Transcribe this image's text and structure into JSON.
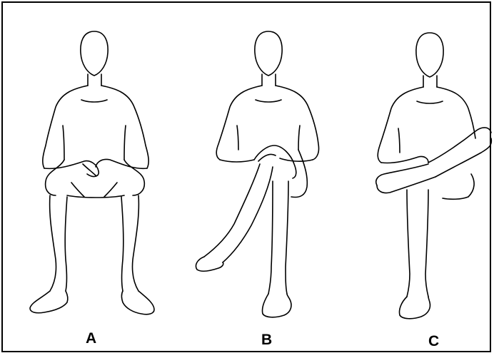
{
  "figures": [
    {
      "label": "A"
    },
    {
      "label": "B"
    },
    {
      "label": "C"
    }
  ],
  "colors": {
    "line": "#000000",
    "background": "#ffffff"
  }
}
